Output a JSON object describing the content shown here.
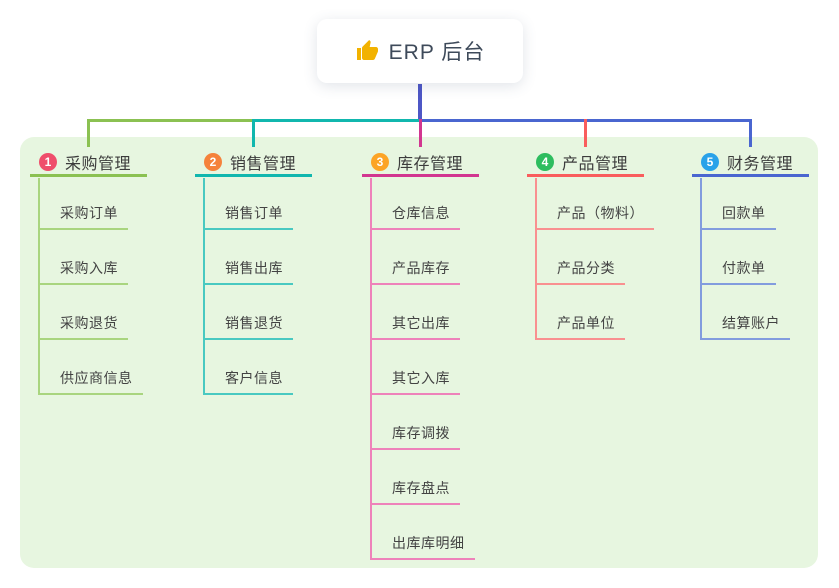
{
  "root": {
    "label": "ERP 后台",
    "icon": "thumbs-up-icon"
  },
  "branches": [
    {
      "number": "1",
      "label": "采购管理",
      "badge_color": "#ef4e6b",
      "line_color": "#8bc152",
      "child_line_color": "#a9d57f",
      "children": [
        "采购订单",
        "采购入库",
        "采购退货",
        "供应商信息"
      ]
    },
    {
      "number": "2",
      "label": "销售管理",
      "badge_color": "#f5823b",
      "line_color": "#11b7ae",
      "child_line_color": "#49c9c1",
      "children": [
        "销售订单",
        "销售出库",
        "销售退货",
        "客户信息"
      ]
    },
    {
      "number": "3",
      "label": "库存管理",
      "badge_color": "#fca426",
      "line_color": "#d23690",
      "child_line_color": "#ee82ba",
      "children": [
        "仓库信息",
        "产品库存",
        "其它出库",
        "其它入库",
        "库存调拨",
        "库存盘点",
        "出库库明细"
      ]
    },
    {
      "number": "4",
      "label": "产品管理",
      "badge_color": "#2ebd5f",
      "line_color": "#f95d5d",
      "child_line_color": "#f99090",
      "children": [
        "产品（物料）",
        "产品分类",
        "产品单位"
      ]
    },
    {
      "number": "5",
      "label": "财务管理",
      "badge_color": "#29a2e9",
      "line_color": "#4a66d0",
      "child_line_color": "#829cde",
      "children": [
        "回款单",
        "付款单",
        "结算账户"
      ]
    }
  ],
  "colors": {
    "canvas_background": "#ffffff",
    "panel_background": "#e7f6e0",
    "trunk_line": "#4e57c6",
    "root_text": "#3e4a5a",
    "thumb_icon": "#f2b200"
  }
}
